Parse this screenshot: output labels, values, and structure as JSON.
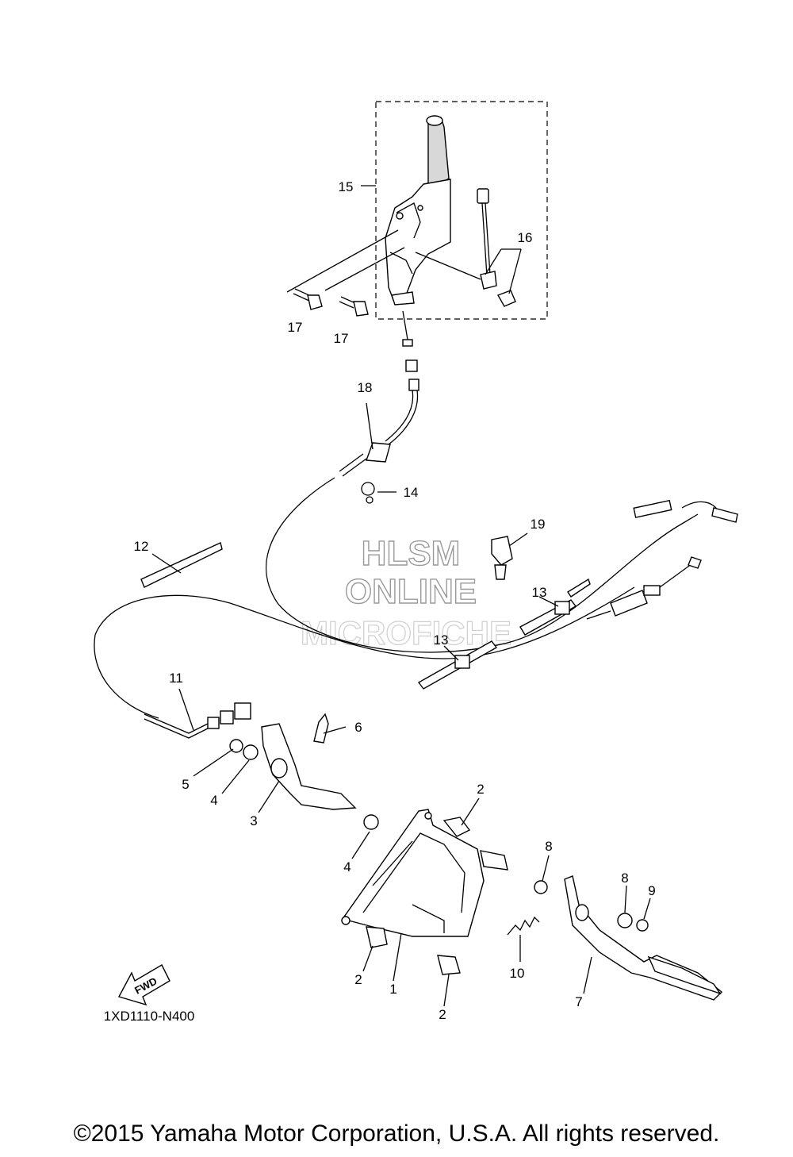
{
  "diagram_code": "1XD1110-N400",
  "copyright": "©2015 Yamaha Motor Corporation, U.S.A. All rights reserved.",
  "watermark": {
    "line1": "HLSM",
    "line2": "ONLINE",
    "line3": "MICROFICHE"
  },
  "fwd_label": "FWD",
  "callouts": {
    "c1": "1",
    "c2a": "2",
    "c2b": "2",
    "c2c": "2",
    "c3": "3",
    "c4a": "4",
    "c4b": "4",
    "c5": "5",
    "c6": "6",
    "c7": "7",
    "c8a": "8",
    "c8b": "8",
    "c9": "9",
    "c10": "10",
    "c11": "11",
    "c12": "12",
    "c13a": "13",
    "c13b": "13",
    "c14": "14",
    "c15": "15",
    "c16": "16",
    "c17a": "17",
    "c17b": "17",
    "c18": "18",
    "c19": "19"
  }
}
